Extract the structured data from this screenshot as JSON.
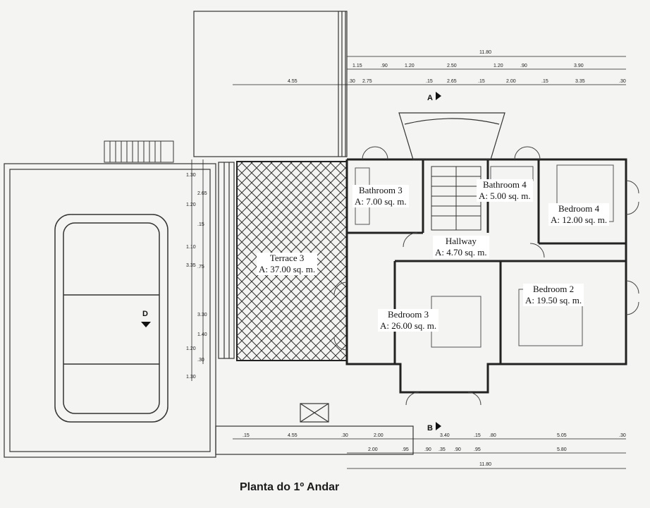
{
  "title": "Planta do 1º Andar",
  "rooms": [
    {
      "name": "Bathroom 3",
      "area": "A: 7.00 sq. m."
    },
    {
      "name": "Bathroom 4",
      "area": "A: 5.00 sq. m."
    },
    {
      "name": "Bedroom 4",
      "area": "A: 12.00 sq. m."
    },
    {
      "name": "Hallway",
      "area": "A: 4.70 sq. m."
    },
    {
      "name": "Terrace 3",
      "area": "A: 37.00 sq. m."
    },
    {
      "name": "Bedroom 2",
      "area": "A: 19.50 sq. m."
    },
    {
      "name": "Bedroom 3",
      "area": "A: 26.00 sq. m."
    }
  ],
  "section_marks": {
    "a": "A",
    "b": "B",
    "d": "D"
  },
  "dimensions": {
    "top_total": "11.80",
    "top_row1": [
      "1.15",
      ".90",
      "1.20",
      "2.50",
      "1.20",
      ".90",
      "3.90"
    ],
    "top_row2": [
      "4.55",
      ".30",
      "2.75",
      ".15",
      "2.65",
      ".15",
      "2.00",
      ".15",
      "3.35",
      ".30"
    ],
    "left_col": [
      "1.30",
      "1.20",
      "1.10",
      "3.35",
      "1.20",
      "1.30"
    ],
    "left_col_inner": [
      "2.65",
      ".15",
      ".75",
      "3.30",
      "1.40",
      ".30"
    ],
    "bottom_row1": [
      ".15",
      "4.55",
      ".30",
      "2.00",
      "3.40",
      ".15",
      ".80",
      "5.05",
      ".30"
    ],
    "bottom_row2": [
      "2.00",
      ".95",
      ".90",
      ".35",
      ".90",
      ".95",
      "5.80"
    ],
    "bottom_total": "11.80"
  }
}
